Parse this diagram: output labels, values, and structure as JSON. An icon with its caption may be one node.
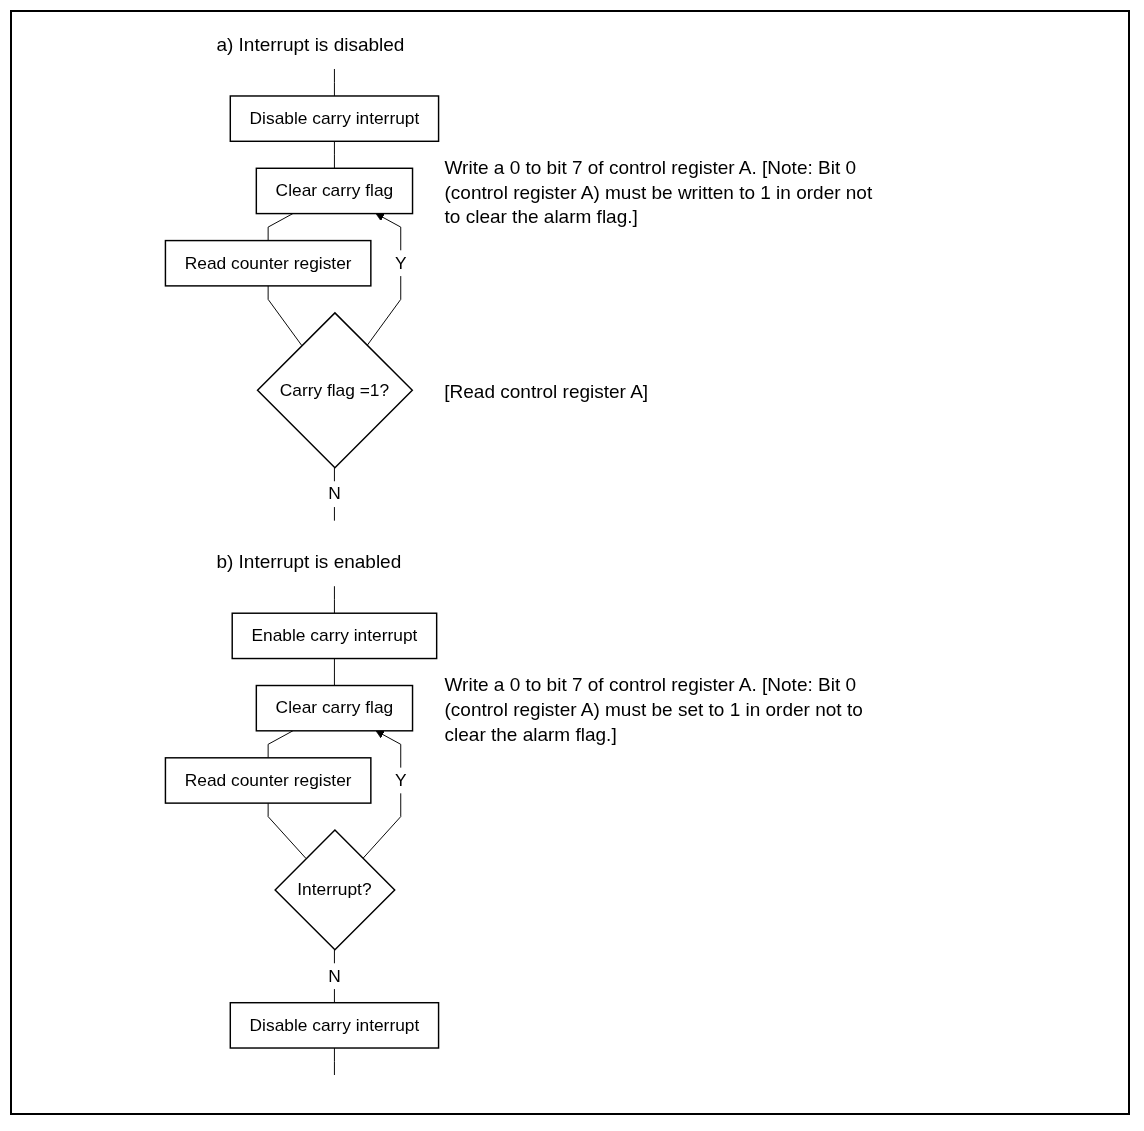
{
  "diagram": {
    "nodes": [
      {
        "text": [
          "Disable carry interrupt"
        ]
      },
      {
        "text": [
          "Clear carry flag"
        ],
        "beside": [
          "Write a 0 to bit 7 of control register A. [Note: Bit 0 (control register A) must be written to 1 in order not to clear the alarm flag.]"
        ]
      },
      {
        "text": [
          "Read counter register"
        ]
      },
      {
        "text": [
          "Carry flag =1?"
        ],
        "beside": [
          "[Read control register A]"
        ]
      },
      {
        "text": [
          "Enable carry interrupt"
        ]
      },
      {
        "text": [
          "Clear carry flag"
        ],
        "beside": [
          "Write a 0 to bit 7 of control register A. [Note: Bit 0 (control register A) must be set to 1 in order not to clear the alarm flag.]"
        ]
      },
      {
        "text": [
          "Read counter register"
        ]
      },
      {
        "text": [
          "Interrupt?"
        ]
      },
      {
        "text": [
          "Disable carry interrupt"
        ]
      }
    ],
    "edges": [
      {
        "from": null,
        "to": 0,
        "arrow": "none"
      },
      {
        "from": 0,
        "to": 1,
        "arrow": "none"
      },
      {
        "from": 1,
        "to": 2,
        "arrow": "none"
      },
      {
        "from": 2,
        "to": 3,
        "arrow": "none"
      },
      {
        "from": 3,
        "to": 1,
        "arrow": "to",
        "label": "Y"
      },
      {
        "from": 3,
        "to": null,
        "arrow": "none",
        "label": "N"
      },
      {
        "from": null,
        "to": 4,
        "arrow": "none"
      },
      {
        "from": 4,
        "to": 5,
        "arrow": "none"
      },
      {
        "from": 5,
        "to": 6,
        "arrow": "none"
      },
      {
        "from": 6,
        "to": 7,
        "arrow": "none"
      },
      {
        "from": 7,
        "to": 5,
        "arrow": "to",
        "label": "Y"
      },
      {
        "from": 7,
        "to": 8,
        "arrow": "none",
        "label": "N"
      },
      {
        "from": 8,
        "to": null,
        "arrow": "none"
      }
    ],
    "labels": [
      "a) Interrupt is disabled",
      "b) Interrupt is enabled"
    ]
  }
}
